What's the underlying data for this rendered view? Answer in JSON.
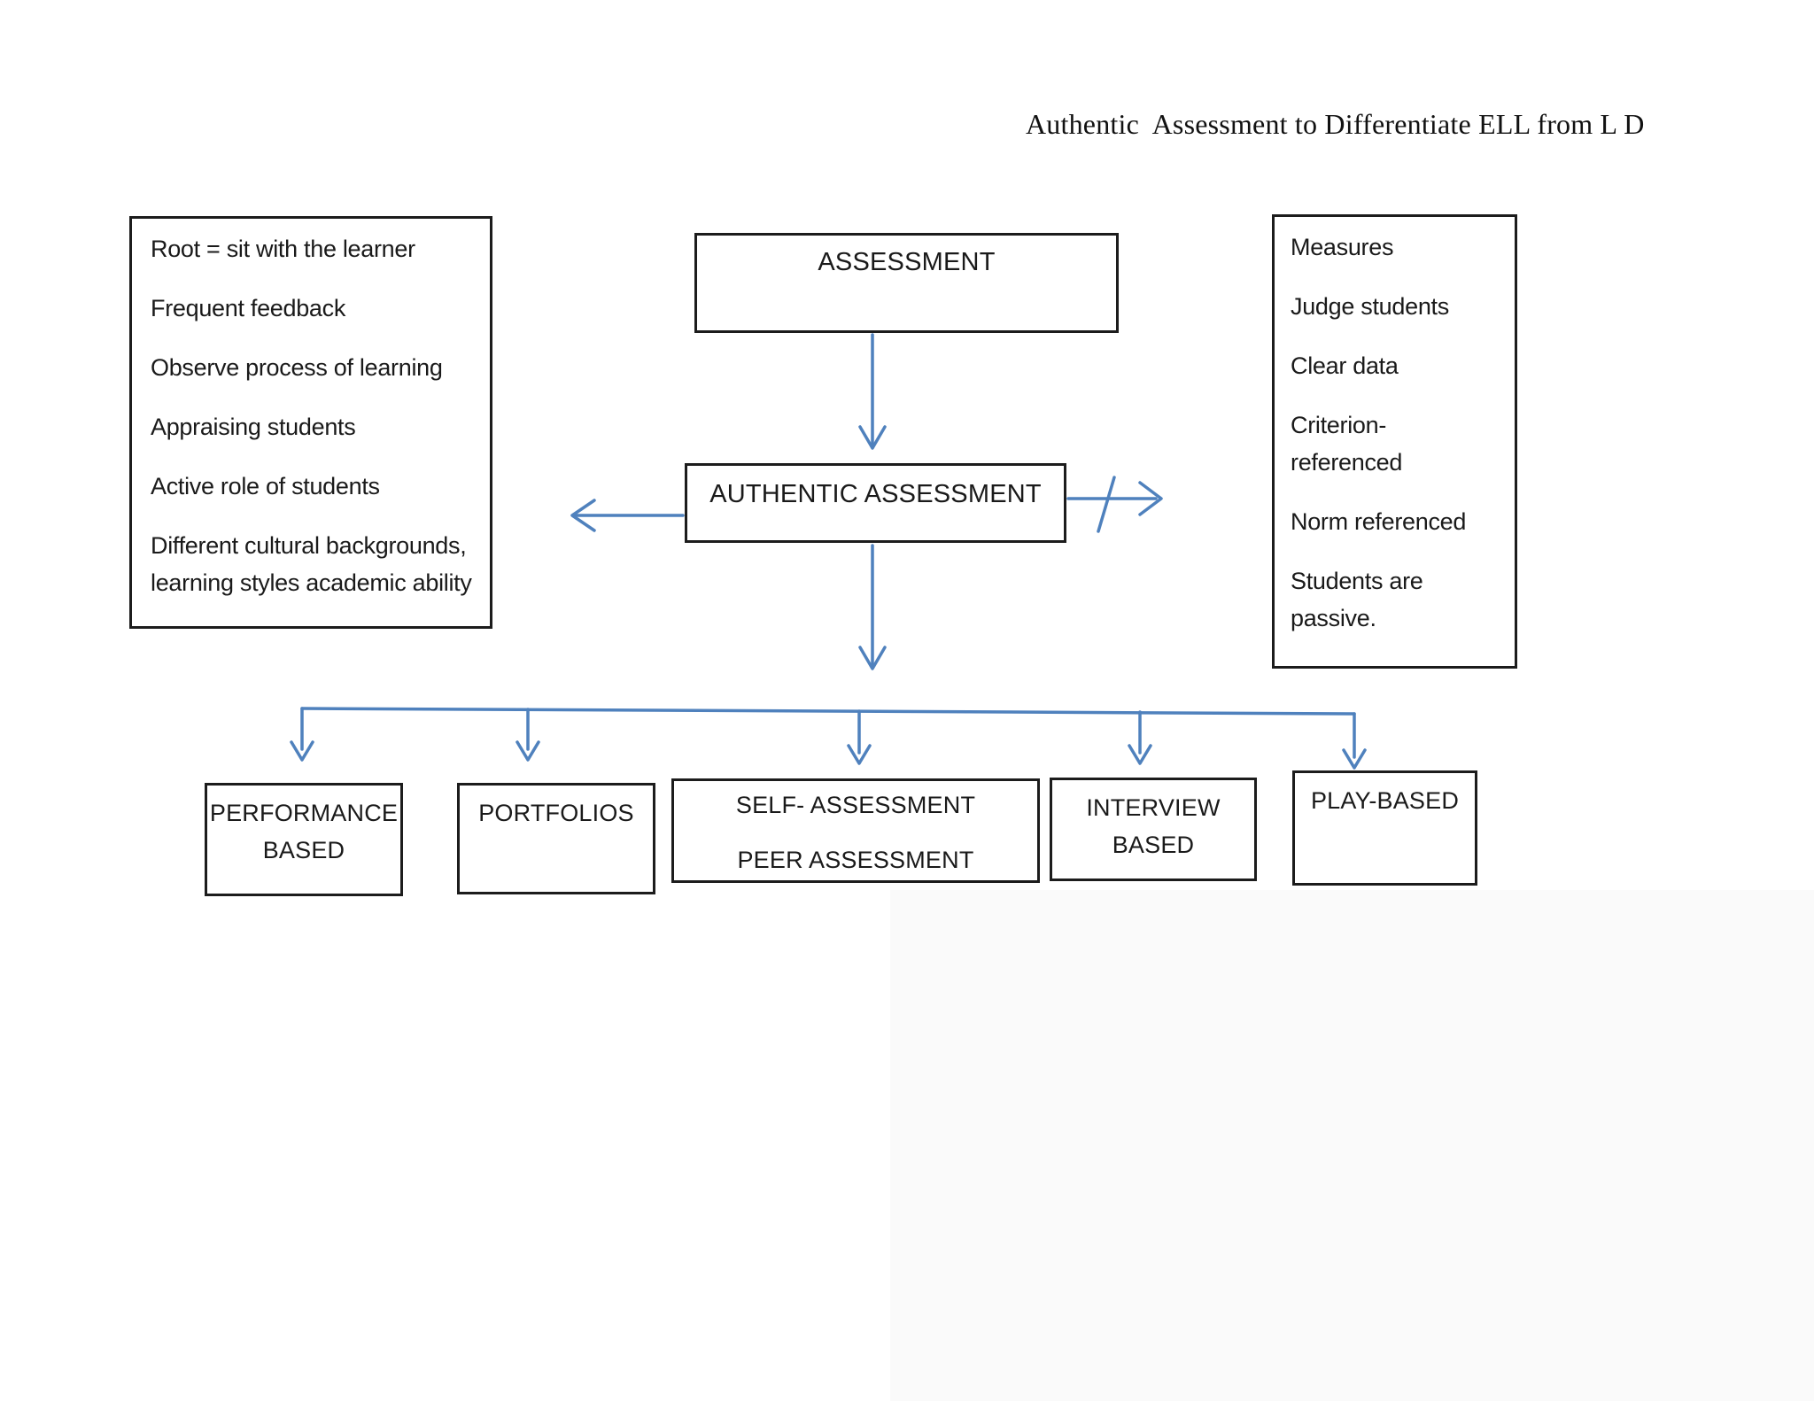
{
  "title": "Authentic  Assessment to Differentiate ELL from L D",
  "colors": {
    "connector_blue": "#4f81bd",
    "border_black": "#1c1c1c"
  },
  "left_box": {
    "items": [
      [
        "Root = sit with the learner"
      ],
      [
        "Frequent feedback"
      ],
      [
        "Observe process of learning"
      ],
      [
        "Appraising students"
      ],
      [
        "Active role of students"
      ],
      [
        "Different cultural backgrounds,",
        "learning styles academic ability"
      ]
    ]
  },
  "flow": {
    "root": "ASSESSMENT",
    "center": "AUTHENTIC ASSESSMENT"
  },
  "right_box": {
    "items": [
      [
        "Measures"
      ],
      [
        "Judge students"
      ],
      [
        "Clear data"
      ],
      [
        "Criterion-",
        "referenced"
      ],
      [
        "Norm referenced"
      ],
      [
        "Students are",
        "passive."
      ]
    ]
  },
  "leaves": [
    {
      "lines": [
        "PERFORMANCE",
        "BASED"
      ]
    },
    {
      "lines": [
        "PORTFOLIOS"
      ]
    },
    {
      "lines": [
        "SELF- ASSESSMENT",
        "PEER ASSESSMENT"
      ]
    },
    {
      "lines": [
        "INTERVIEW",
        "BASED"
      ]
    },
    {
      "lines": [
        "PLAY-BASED"
      ]
    }
  ]
}
